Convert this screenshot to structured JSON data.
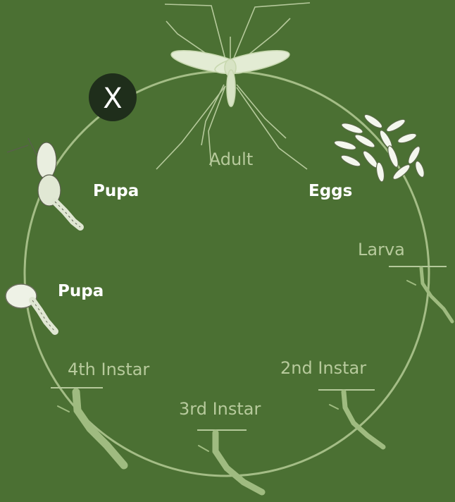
{
  "diagram": {
    "stages": {
      "adult": "Adult",
      "eggs": "Eggs",
      "larva": "Larva",
      "second_instar": "2nd Instar",
      "third_instar": "3rd Instar",
      "fourth_instar": "4th Instar",
      "pupa_lower": "Pupa",
      "pupa_upper": "Pupa"
    },
    "marker": "X"
  },
  "colors": {
    "background": "#4b7033",
    "faint": "#b7ca9c",
    "highlight": "#ffffff",
    "marker_bg": "#1f2e1b"
  }
}
